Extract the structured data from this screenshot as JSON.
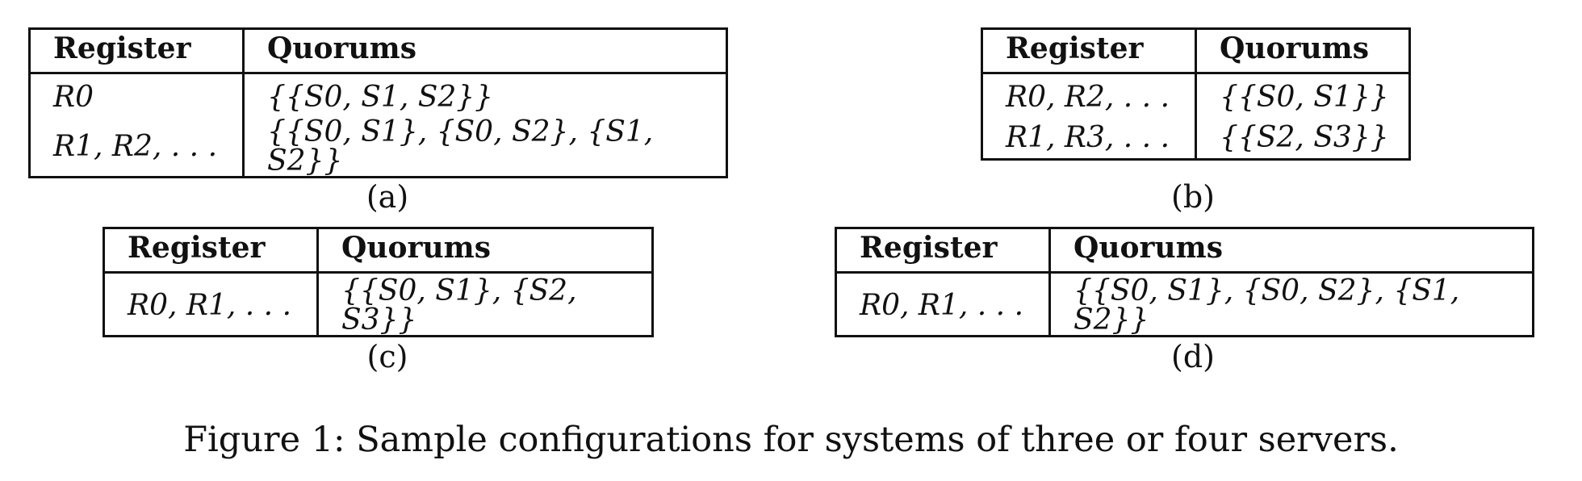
{
  "tables": [
    {
      "id": "a",
      "headers": [
        "Register",
        "Quorums"
      ],
      "rows": [
        [
          "R0",
          "{{S0, S1, S2}}"
        ],
        [
          "R1, R2, . . .",
          "{{S0, S1}, {S0, S2}, {S1, S2}}"
        ]
      ],
      "caption": "(a)"
    },
    {
      "id": "b",
      "headers": [
        "Register",
        "Quorums"
      ],
      "rows": [
        [
          "R0, R2, . . .",
          "{{S0, S1}}"
        ],
        [
          "R1, R3, . . .",
          "{{S2, S3}}"
        ]
      ],
      "caption": "(b)"
    },
    {
      "id": "c",
      "headers": [
        "Register",
        "Quorums"
      ],
      "rows": [
        [
          "R0, R1, . . .",
          "{{S0, S1}, {S2, S3}}"
        ]
      ],
      "caption": "(c)"
    },
    {
      "id": "d",
      "headers": [
        "Register",
        "Quorums"
      ],
      "rows": [
        [
          "R0, R1, . . .",
          "{{S0, S1}, {S0, S2}, {S1, S2}}"
        ]
      ],
      "caption": "(d)"
    }
  ],
  "figure_caption": "Figure 1: Sample configurations for systems of three or four servers."
}
